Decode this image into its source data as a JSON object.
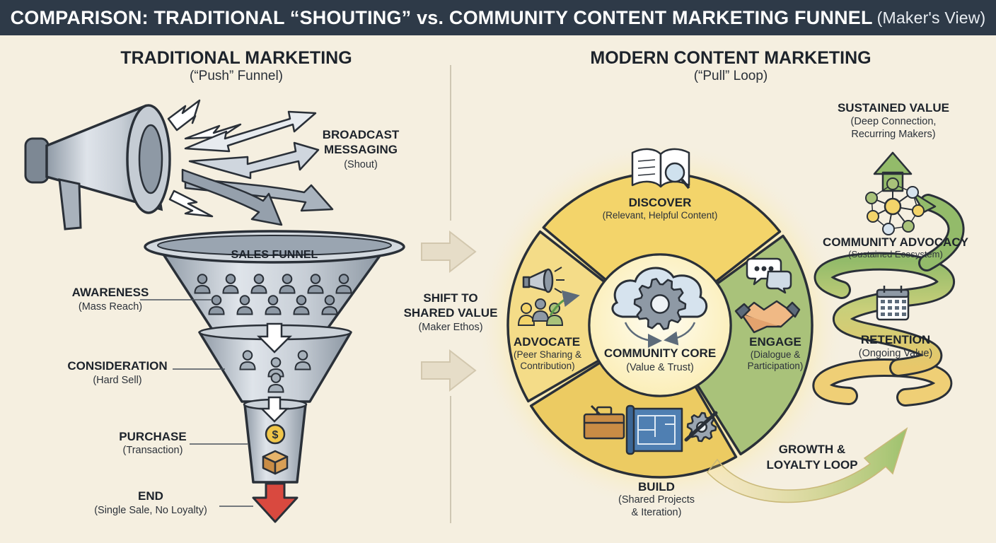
{
  "header": {
    "title": "COMPARISON: TRADITIONAL “SHOUTING” vs. COMMUNITY CONTENT MARKETING FUNNEL",
    "subtitle": "(Maker's View)"
  },
  "left": {
    "title": "TRADITIONAL MARKETING",
    "subtitle": "(“Push” Funnel)",
    "broadcast": {
      "label_line1": "BROADCAST",
      "label_line2": "MESSAGING",
      "sub": "(Shout)"
    },
    "funnel_label": "SALES FUNNEL",
    "stages": [
      {
        "label": "AWARENESS",
        "sub": "(Mass Reach)"
      },
      {
        "label": "CONSIDERATION",
        "sub": "(Hard Sell)"
      },
      {
        "label": "PURCHASE",
        "sub": "(Transaction)"
      },
      {
        "label": "END",
        "sub": "(Single Sale, No Loyalty)"
      }
    ]
  },
  "middle": {
    "line1": "SHIFT TO",
    "line2": "SHARED VALUE",
    "sub": "(Maker Ethos)"
  },
  "right": {
    "title": "MODERN CONTENT MARKETING",
    "subtitle": "(“Pull” Loop)",
    "core": {
      "label": "COMMUNITY CORE",
      "sub": "(Value & Trust)"
    },
    "discover": {
      "label": "DISCOVER",
      "sub": "(Relevant, Helpful Content)"
    },
    "engage": {
      "label": "ENGAGE",
      "sub_line1": "(Dialogue &",
      "sub_line2": "Participation)"
    },
    "build": {
      "label": "BUILD",
      "sub_line1": "(Shared Projects",
      "sub_line2": "& Iteration)"
    },
    "advocate": {
      "label": "ADVOCATE",
      "sub_line1": "(Peer Sharing &",
      "sub_line2": "Contribution)"
    },
    "growth": {
      "line1": "GROWTH &",
      "line2": "LOYALTY LOOP"
    },
    "sustained": {
      "label": "SUSTAINED VALUE",
      "sub_line1": "(Deep Connection,",
      "sub_line2": "Recurring Makers)"
    },
    "advocacy": {
      "label": "COMMUNITY ADVOCACY",
      "sub": "(Sustained Ecosystem)"
    },
    "retention": {
      "label": "RETENTION",
      "sub": "(Ongoing Value)"
    }
  },
  "colors": {
    "header_bg": "#2e3a48",
    "background": "#f5efe0",
    "segment_yellow": "#f3d46a",
    "segment_green": "#a9c27a",
    "glow": "#fbe38a",
    "funnel_steel": "#b9c2cc",
    "end_arrow": "#d9493f"
  }
}
